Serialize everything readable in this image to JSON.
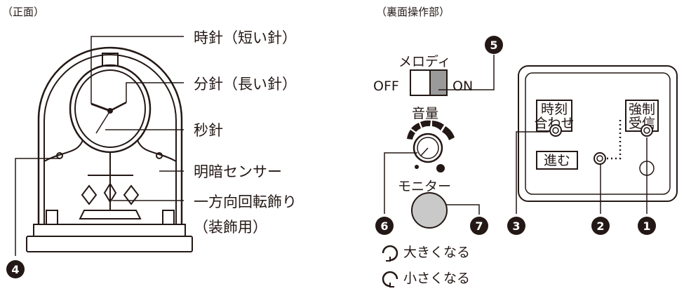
{
  "sections": {
    "front_title": "（正面）",
    "back_title": "（裏面操作部）"
  },
  "front_labels": {
    "hour_hand": "時針（短い針）",
    "minute_hand": "分針（長い針）",
    "second_hand": "秒針",
    "light_sensor": "明暗センサー",
    "rotating_ornament": "一方向回転飾り",
    "ornament_note": "（装飾用）"
  },
  "back_labels": {
    "melody": "メロディ",
    "off": "OFF",
    "on": "ON",
    "volume": "音量",
    "monitor": "モニター",
    "louder": "大きくなる",
    "quieter": "小さくなる",
    "time_set_line1": "時刻",
    "time_set_line2": "合わせ",
    "forced_line1": "強制",
    "forced_line2": "受信",
    "advance": "進む"
  },
  "badges": {
    "b1": "1",
    "b2": "2",
    "b3": "3",
    "b4": "4",
    "b5": "5",
    "b6": "6",
    "b7": "7"
  },
  "colors": {
    "line": "#231815",
    "badge": "#231815",
    "button_gray": "#c9c9c9",
    "switch_gray": "#9a9a9a"
  }
}
